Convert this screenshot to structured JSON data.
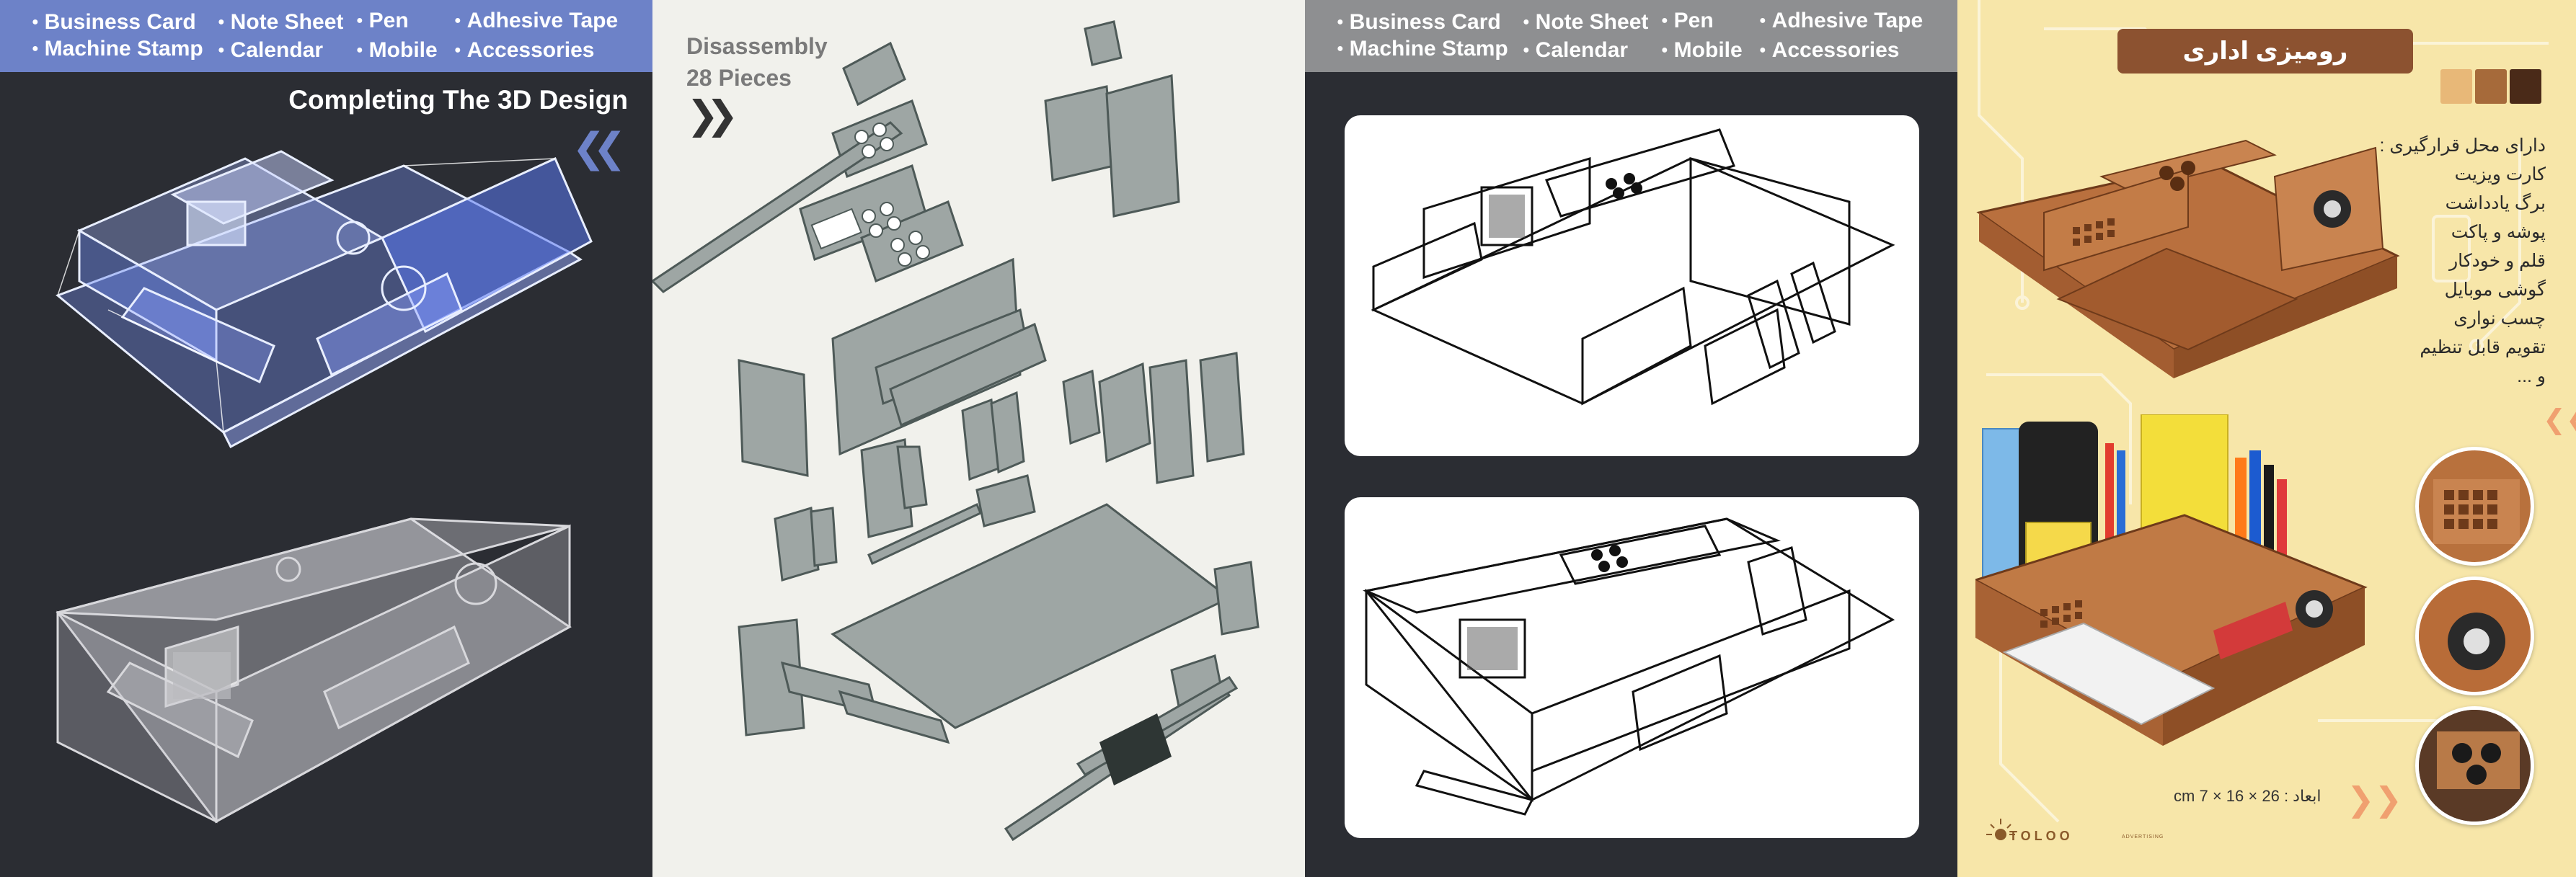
{
  "features_en": {
    "business_card": "Business Card",
    "machine_stamp": "Machine Stamp",
    "note_sheet": "Note Sheet",
    "calendar": "Calendar",
    "pen": "Pen",
    "mobile": "Mobile",
    "adhesive_tape": "Adhesive Tape",
    "accessories": "Accessories"
  },
  "panel1": {
    "title": "Completing The 3D Design",
    "accent": "#6d82c8"
  },
  "panel2": {
    "title_line1": "Disassembly",
    "title_line2": "28 Pieces"
  },
  "panel4": {
    "title": "رومیزی اداری",
    "intro": "دارای محل قرارگیری :",
    "items": [
      "کارت ویزیت",
      "برگ یادداشت",
      "پوشه و پاکت",
      "قلم و خودکار",
      "گوشی موبایل",
      "چسب نواری",
      "تقویم قابل تنظیم",
      "و ..."
    ],
    "dimensions": "ابعاد : 26 × 16 × 7  cm",
    "brand": "TOLOO",
    "brand_sub": "ADVERTISING",
    "swatch_colors": [
      "#e8b878",
      "#a66a3a",
      "#4a2a18"
    ]
  },
  "icons": {
    "back": "double-chevron-left-icon",
    "next": "double-chevron-right-icon"
  }
}
